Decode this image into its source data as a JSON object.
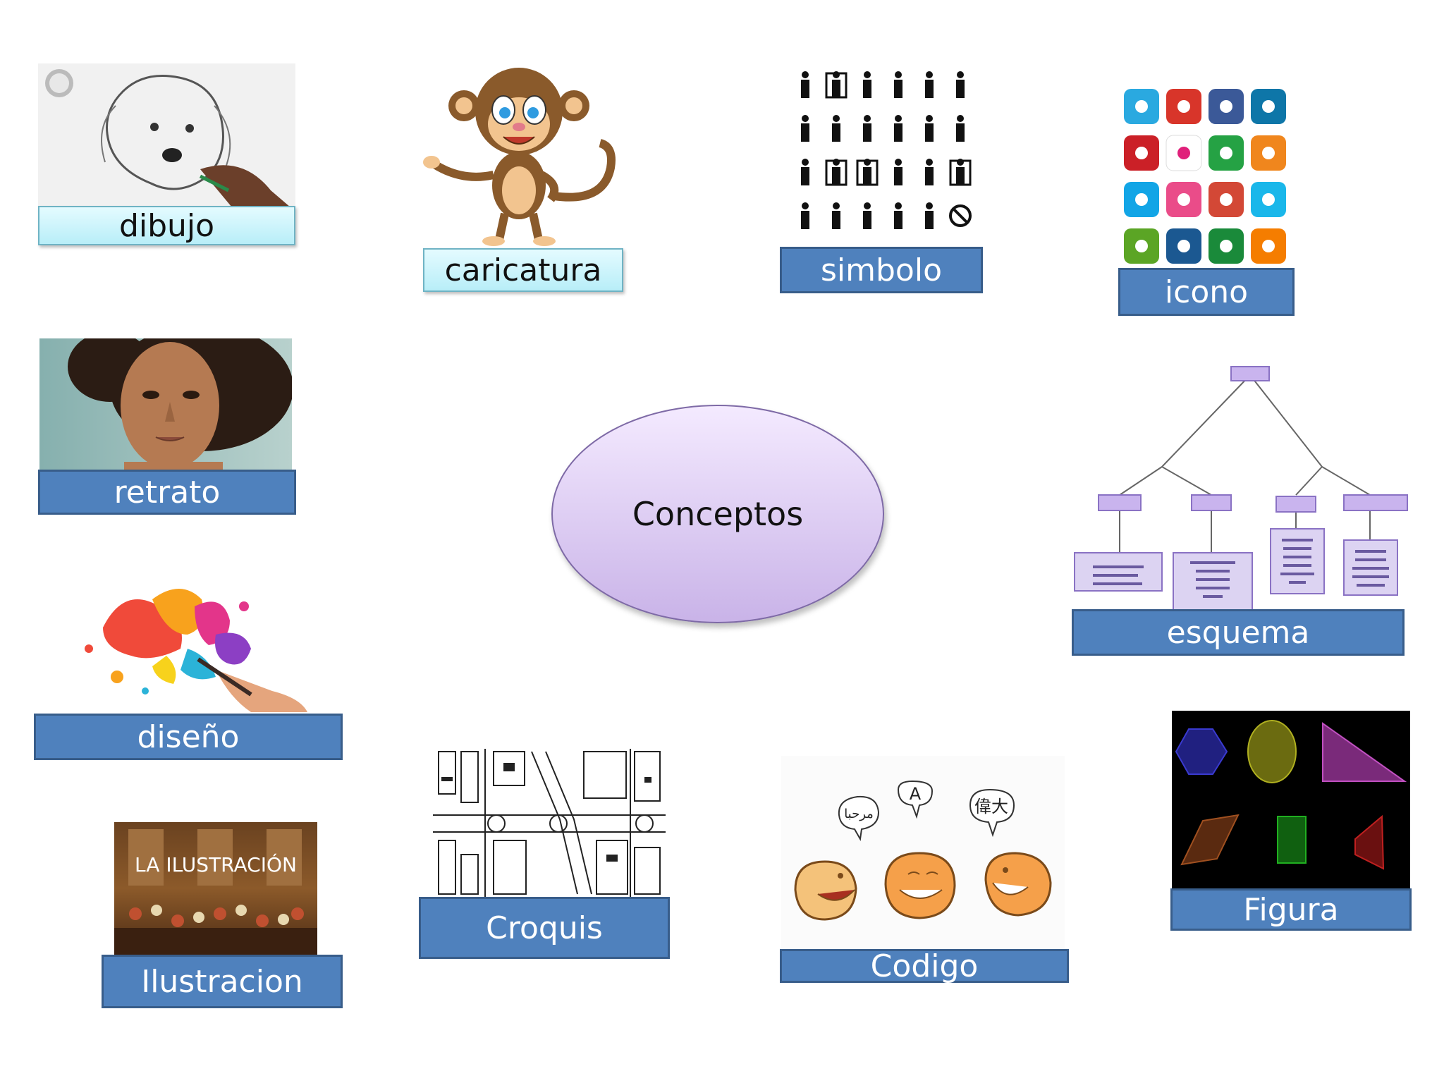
{
  "center": {
    "label": "Conceptos"
  },
  "labels": {
    "dibujo": "dibujo",
    "caricatura": "caricatura",
    "simbolo": "simbolo",
    "icono": "icono",
    "retrato": "retrato",
    "esquema": "esquema",
    "diseno": "diseño",
    "croquis": "Croquis",
    "codigo": "Codigo",
    "figura": "Figura",
    "ilustracion": "Ilustracion"
  },
  "images": {
    "ilustracion_caption": "LA ILUSTRACIÓN",
    "codigo_bubbles": [
      "مرحبا",
      "A",
      "偉大"
    ]
  },
  "colors": {
    "label_fill": "#4f81bd",
    "label_border": "#385d8a",
    "light_label_fill": "#c6f1fa",
    "ellipse_fill": "#dccbf2"
  }
}
